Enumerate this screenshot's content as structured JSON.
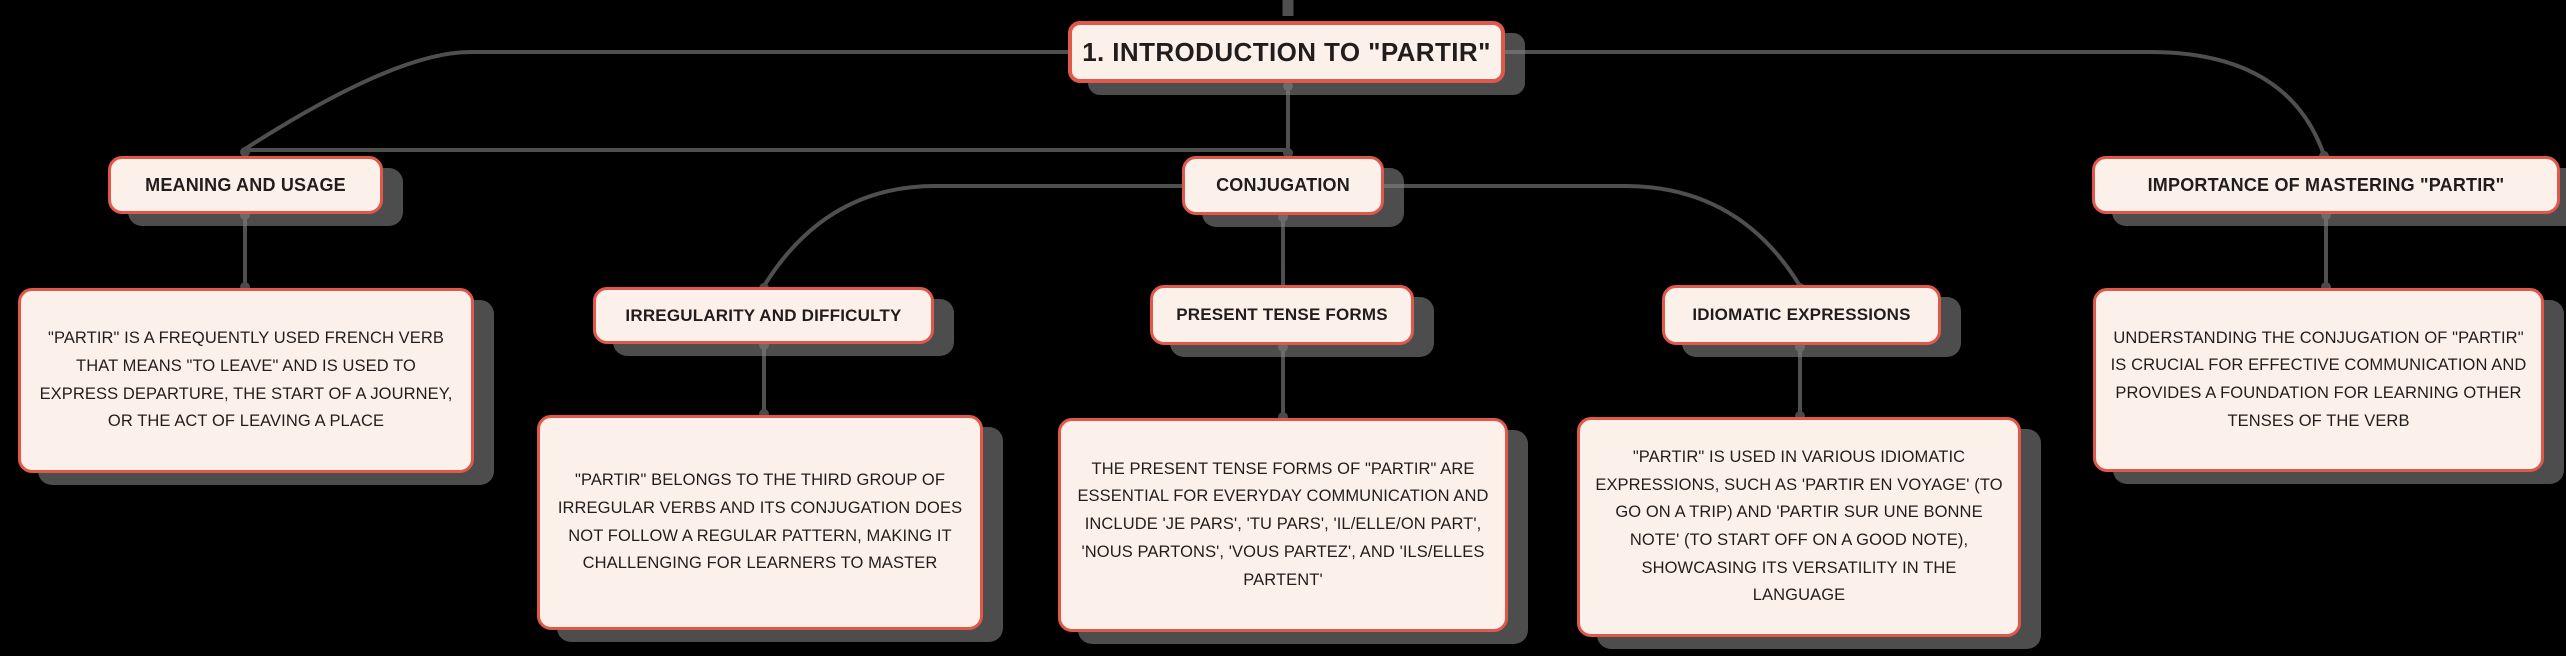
{
  "app": {
    "kind": "mind-map-diagram",
    "background_color": "#000000"
  },
  "colors": {
    "node_fill": "#fcf0ea",
    "node_border": "#e0584a",
    "node_text": "#221d1d",
    "connector_line": "#4f4f4f",
    "node_shadow": "#808080"
  },
  "mindmap": {
    "root": {
      "label": "1. INTRODUCTION TO \"PARTIR\""
    },
    "branches": [
      {
        "topic": "MEANING AND USAGE",
        "detail": "\"PARTIR\" IS A FREQUENTLY USED FRENCH VERB THAT MEANS \"TO LEAVE\" AND IS USED TO EXPRESS DEPARTURE, THE START OF A JOURNEY, OR THE ACT OF LEAVING A PLACE"
      },
      {
        "topic": "CONJUGATION",
        "children": [
          {
            "topic": "IRREGULARITY AND DIFFICULTY",
            "detail": "\"PARTIR\" BELONGS TO THE THIRD GROUP OF IRREGULAR VERBS AND ITS CONJUGATION DOES NOT FOLLOW A REGULAR PATTERN, MAKING IT CHALLENGING FOR LEARNERS TO MASTER"
          },
          {
            "topic": "PRESENT TENSE FORMS",
            "detail": "THE PRESENT TENSE FORMS OF \"PARTIR\" ARE ESSENTIAL FOR EVERYDAY COMMUNICATION AND INCLUDE 'JE PARS', 'TU PARS', 'IL/ELLE/ON PART', 'NOUS PARTONS', 'VOUS PARTEZ', AND 'ILS/ELLES PARTENT'"
          },
          {
            "topic": "IDIOMATIC EXPRESSIONS",
            "detail": "\"PARTIR\" IS USED IN VARIOUS IDIOMATIC EXPRESSIONS, SUCH AS 'PARTIR EN VOYAGE' (TO GO ON A TRIP) AND 'PARTIR SUR UNE BONNE NOTE' (TO START OFF ON A GOOD NOTE), SHOWCASING ITS VERSATILITY IN THE LANGUAGE"
          }
        ]
      },
      {
        "topic": "IMPORTANCE OF MASTERING \"PARTIR\"",
        "detail": "UNDERSTANDING THE CONJUGATION OF \"PARTIR\" IS CRUCIAL FOR EFFECTIVE COMMUNICATION AND PROVIDES A FOUNDATION FOR LEARNING OTHER TENSES OF THE VERB"
      }
    ]
  }
}
